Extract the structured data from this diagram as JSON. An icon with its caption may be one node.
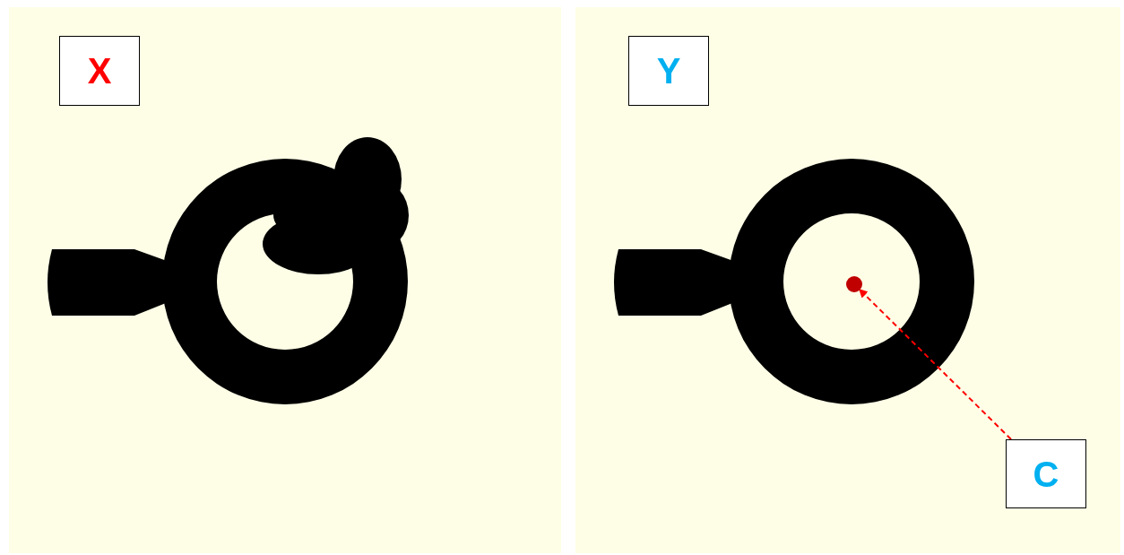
{
  "diagram": {
    "nodes": [
      {
        "text": [
          "X"
        ]
      },
      {
        "text": [
          "Y"
        ]
      },
      {
        "text": [
          "C"
        ]
      },
      {
        "text": [],
        "shape": "circle"
      }
    ],
    "edges": [
      {
        "from": 2,
        "to": 3,
        "arrow": "to",
        "style": "dashed",
        "color": "#ff0000"
      }
    ]
  }
}
